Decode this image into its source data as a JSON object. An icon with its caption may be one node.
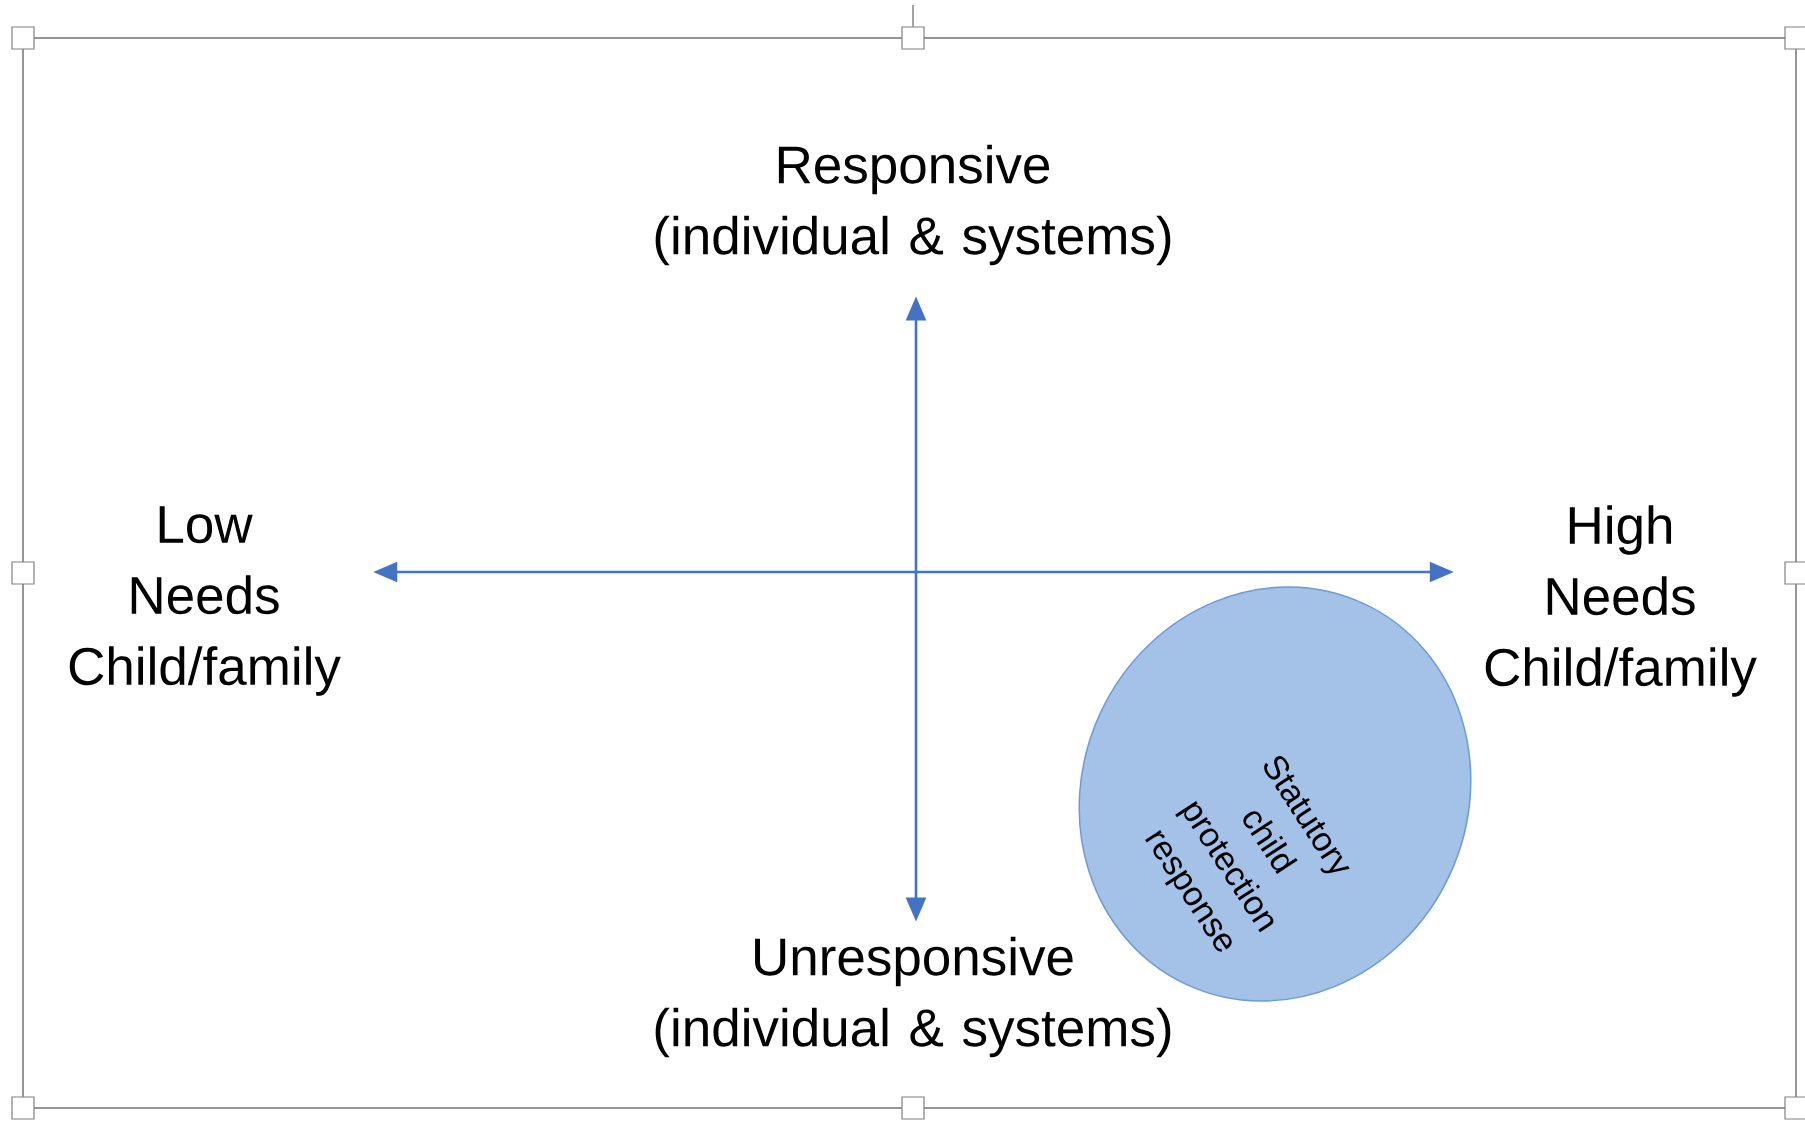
{
  "diagram": {
    "nodes": [
      {
        "text": [
          "Responsive (individual & systems)"
        ]
      },
      {
        "text": [
          "Low Needs Child/family"
        ]
      },
      {
        "text": [
          "High Needs Child/family"
        ]
      },
      {
        "text": [
          "Statutory child protection response"
        ]
      },
      {
        "text": [
          "Unresponsive (individual & systems)"
        ]
      }
    ],
    "edges": [
      {
        "from": 0,
        "to": 4,
        "arrow": "both"
      },
      {
        "from": 1,
        "to": 2,
        "arrow": "both"
      }
    ]
  }
}
